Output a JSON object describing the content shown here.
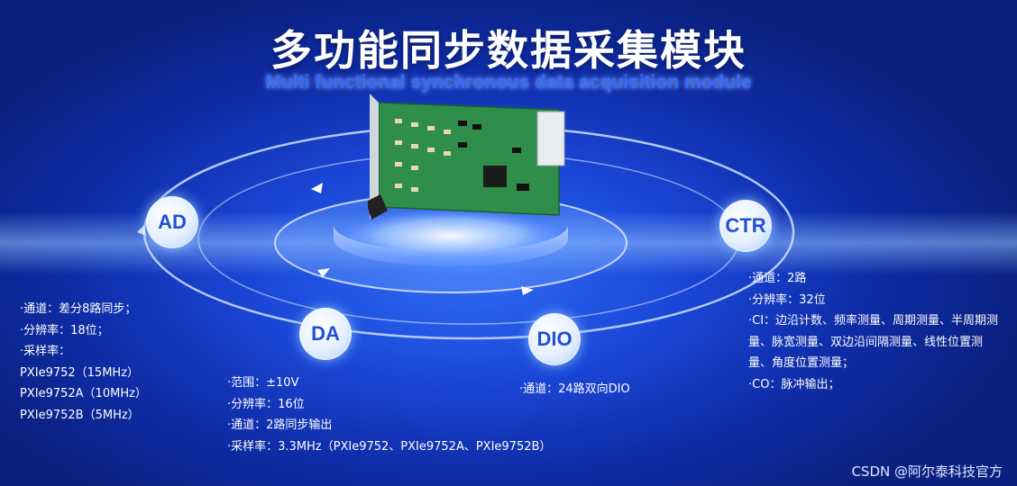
{
  "title": "多功能同步数据采集模块",
  "subtitle": "Multi functional synchronous data acquisition module",
  "modules": {
    "ad": {
      "label": "AD",
      "lines": [
        "·通道：差分8路同步；",
        "·分辨率：18位；",
        "·采样率：",
        "PXIe9752（15MHz）",
        "PXIe9752A（10MHz）",
        "PXIe9752B（5MHz）"
      ]
    },
    "da": {
      "label": "DA",
      "lines": [
        "·范围：±10V",
        "·分辨率：16位",
        "·通道：2路同步输出",
        "·采样率：3.3MHz（PXIe9752、PXIe9752A、PXIe9752B）"
      ]
    },
    "dio": {
      "label": "DIO",
      "lines": [
        "·通道：24路双向DIO"
      ]
    },
    "ctr": {
      "label": "CTR",
      "lines": [
        "·通道：2路",
        "·分辨率：32位",
        "·CI：边沿计数、频率测量、周期测量、半周期测量、脉宽测量、双边沿间隔测量、线性位置测量、角度位置测量；",
        "·CO：脉冲输出；"
      ]
    }
  },
  "watermark": "CSDN @阿尔泰科技官方",
  "colors": {
    "background": "#1a46d6",
    "badge_text": "#1f4fd9",
    "card_green": "#2f8f4a"
  }
}
